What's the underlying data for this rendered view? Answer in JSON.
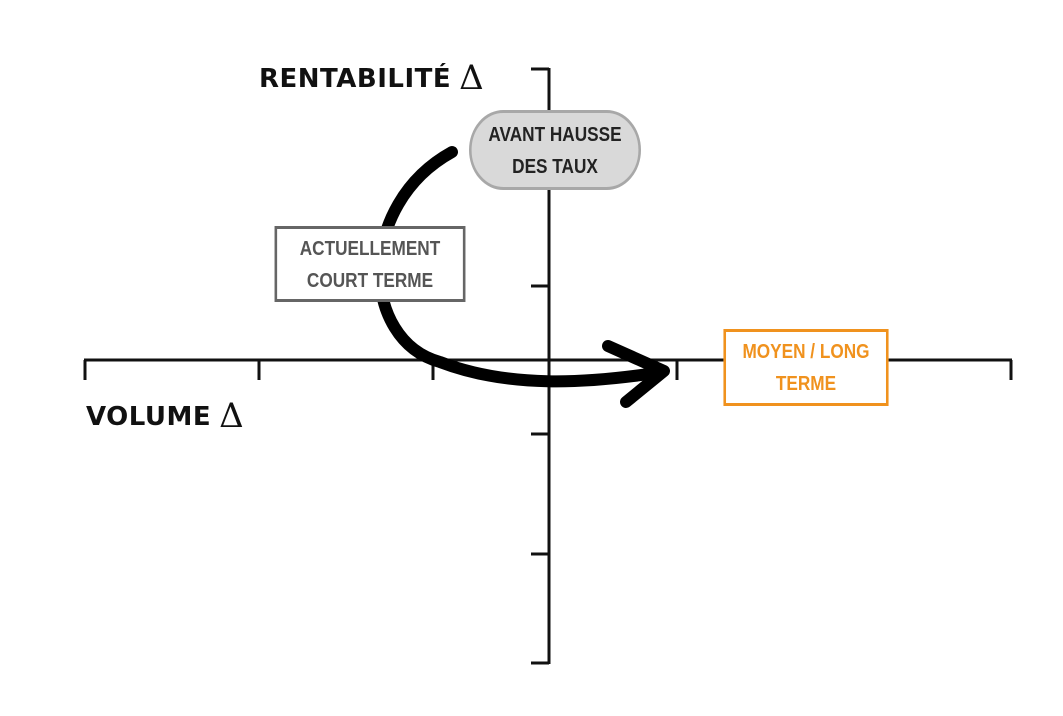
{
  "axes": {
    "y_label": "RENTABILITÉ",
    "x_label": "VOLUME",
    "delta_symbol": "Δ"
  },
  "nodes": {
    "before": {
      "line1": "AVANT HAUSSE",
      "line2": "DES TAUX"
    },
    "current": {
      "line1": "ACTUELLEMENT",
      "line2": "COURT TERME"
    },
    "future": {
      "line1": "MOYEN / LONG",
      "line2": "TERME"
    }
  },
  "colors": {
    "axis": "#111111",
    "arrow": "#000000",
    "before_fill": "#d9d9d9",
    "before_border": "#a8a8a8",
    "current_border": "#666666",
    "current_text": "#555555",
    "future_accent": "#f0921e"
  }
}
